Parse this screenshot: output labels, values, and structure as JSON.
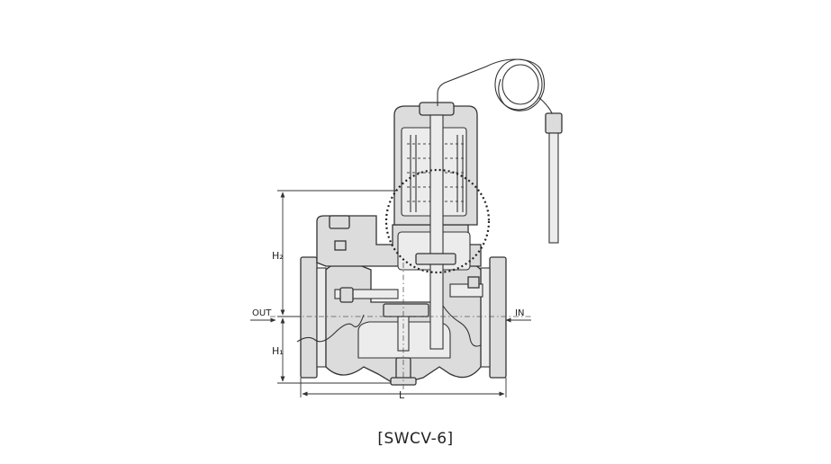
{
  "diagram": {
    "labels": {
      "out": "OUT",
      "in": "IN",
      "h2": "H₂",
      "h1": "H₁",
      "l": "L"
    },
    "caption": "[SWCV-6]"
  }
}
